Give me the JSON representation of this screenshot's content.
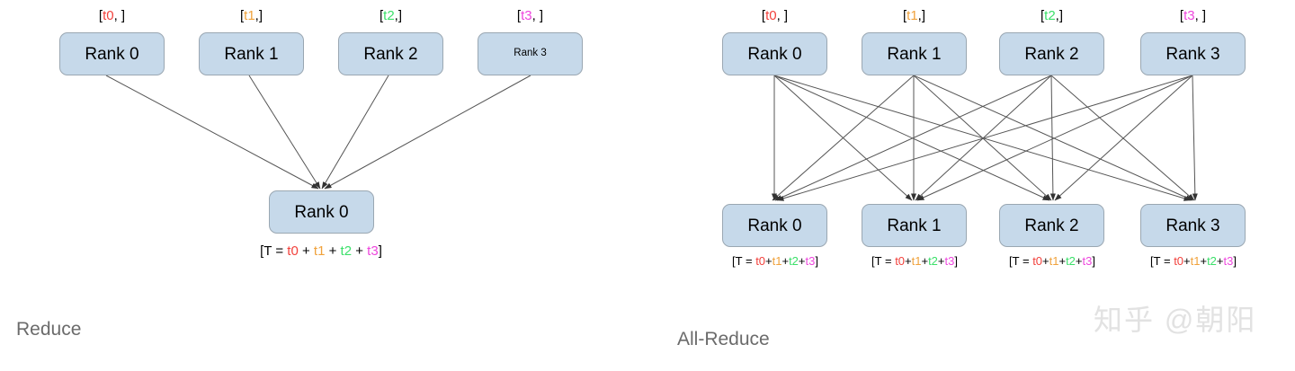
{
  "background": "#ffffff",
  "colors": {
    "node_fill": "#c6d9ea",
    "node_border": "#9aa7b2",
    "edge": "#555555",
    "t0": "#f2413c",
    "t1": "#f0a23c",
    "t2": "#3ce06a",
    "t3": "#ee46dd",
    "section_label": "#6b6b6b",
    "watermark": "#e2e2e2"
  },
  "watermark": {
    "text": "知乎 @朝阳"
  },
  "tokens": {
    "t0": "t0",
    "t1": "t1",
    "t2": "t2",
    "t3": "t3",
    "open_bracket": "[",
    "close_bracket": "]",
    "comma_space": ", ",
    "comma": ",",
    "T_eq": "T = ",
    "plus_spaced": " + ",
    "plus": "+"
  },
  "reduce": {
    "section_label": "Reduce",
    "input_tags": [
      "[t0, ]",
      "[t1,]",
      "[t2,]",
      "[t3, ]"
    ],
    "input_nodes": [
      "Rank 0",
      "Rank 1",
      "Rank 2",
      "Rank 3"
    ],
    "output_node": "Rank 0",
    "output_formula": "[T = t0 + t1 + t2 + t3]"
  },
  "allreduce": {
    "section_label": "All-Reduce",
    "input_tags": [
      "[t0, ]",
      "[t1,]",
      "[t2,]",
      "[t3, ]"
    ],
    "input_nodes": [
      "Rank 0",
      "Rank 1",
      "Rank 2",
      "Rank 3"
    ],
    "output_nodes": [
      "Rank 0",
      "Rank 1",
      "Rank 2",
      "Rank 3"
    ],
    "output_formulas": [
      "[T = t0+t1+t2+t3]",
      "[T = t0+t1+t2+t3]",
      "[T = t0+t1+t2+t3]",
      "[T = t0+t1+t2+t3]"
    ]
  },
  "chart_data": {
    "type": "diagram",
    "title": "Reduce vs All-Reduce collective communication",
    "panels": [
      {
        "name": "Reduce",
        "top_nodes": 4,
        "bottom_nodes": 1,
        "edges": [
          [
            0,
            0
          ],
          [
            1,
            0
          ],
          [
            2,
            0
          ],
          [
            3,
            0
          ]
        ],
        "edge_count": 4,
        "arrow_direction": "down"
      },
      {
        "name": "All-Reduce",
        "top_nodes": 4,
        "bottom_nodes": 4,
        "edges": [
          [
            0,
            0
          ],
          [
            0,
            1
          ],
          [
            0,
            2
          ],
          [
            0,
            3
          ],
          [
            1,
            0
          ],
          [
            1,
            1
          ],
          [
            1,
            2
          ],
          [
            1,
            3
          ],
          [
            2,
            0
          ],
          [
            2,
            1
          ],
          [
            2,
            2
          ],
          [
            2,
            3
          ],
          [
            3,
            0
          ],
          [
            3,
            1
          ],
          [
            3,
            2
          ],
          [
            3,
            3
          ]
        ],
        "edge_count": 16,
        "arrow_direction": "down"
      }
    ]
  }
}
